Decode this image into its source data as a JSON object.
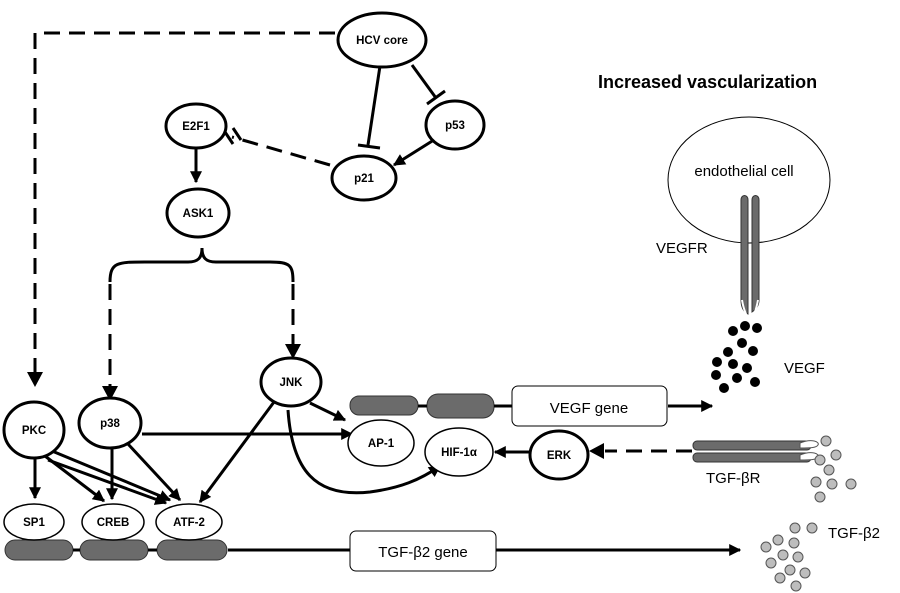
{
  "title": "Increased vascularization",
  "nodes": {
    "hcv_core": "HCV core",
    "e2f1": "E2F1",
    "p53": "p53",
    "p21": "p21",
    "ask1": "ASK1",
    "jnk": "JNK",
    "pkc": "PKC",
    "p38": "p38",
    "ap1": "AP-1",
    "hif1a": "HIF-1α",
    "erk": "ERK",
    "sp1": "SP1",
    "creb": "CREB",
    "atf2": "ATF-2"
  },
  "labels": {
    "endothelial_cell": "endothelial cell",
    "vegfr": "VEGFR",
    "vegf": "VEGF",
    "vegf_gene": "VEGF gene",
    "tgf_b2_gene": "TGF-β2 gene",
    "tgf_br": "TGF-βR",
    "tgf_b2": "TGF-β2"
  }
}
